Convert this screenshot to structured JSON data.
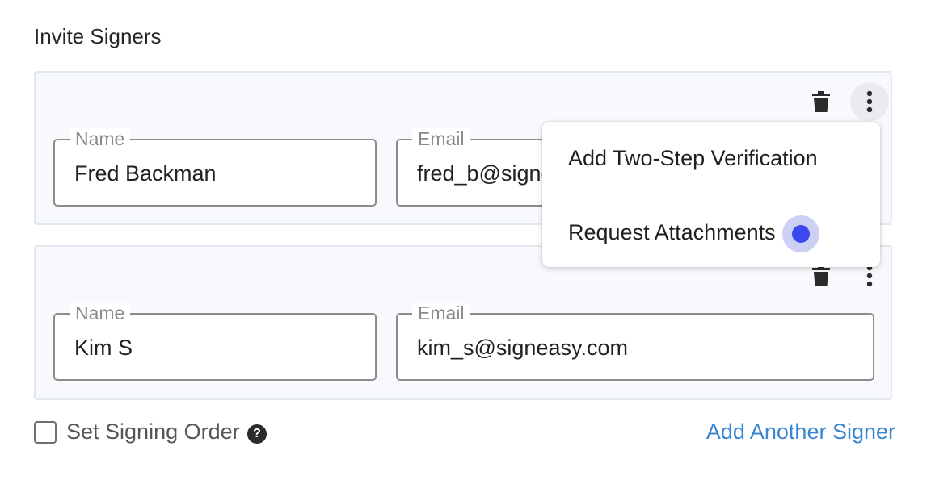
{
  "section": {
    "title": "Invite Signers"
  },
  "signers": [
    {
      "name_label": "Name",
      "name_value": "Fred Backman",
      "email_label": "Email",
      "email_value": "fred_b@signeasy.com"
    },
    {
      "name_label": "Name",
      "name_value": "Kim S",
      "email_label": "Email",
      "email_value": "kim_s@signeasy.com"
    }
  ],
  "menu": {
    "items": [
      {
        "label": "Add Two-Step Verification"
      },
      {
        "label": "Request Attachments"
      }
    ]
  },
  "footer": {
    "signing_order_label": "Set Signing Order",
    "help_symbol": "?",
    "add_signer_label": "Add Another Signer"
  },
  "icons": {
    "delete": "trash-icon",
    "more": "more-vertical-icon",
    "help": "help-icon"
  },
  "colors": {
    "accent_link": "#3a86d1",
    "radio_active": "#3b48f0",
    "radio_halo": "#cdd0f5",
    "card_background": "#f7f9fd"
  }
}
